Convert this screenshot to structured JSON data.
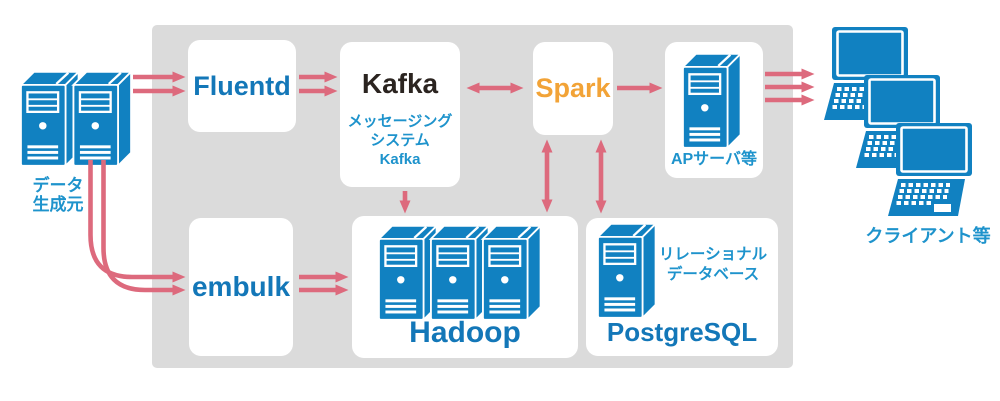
{
  "diagram": {
    "source_label": "データ\n生成元",
    "clients_label": "クライアント等",
    "nodes": {
      "fluentd": {
        "label": "Fluentd"
      },
      "kafka": {
        "label": "Kafka",
        "sublabel": "メッセージング\nシステム\nKafka"
      },
      "spark": {
        "label": "Spark"
      },
      "ap_server": {
        "label": "APサーバ等"
      },
      "embulk": {
        "label": "embulk"
      },
      "hadoop": {
        "label": "Hadoop"
      },
      "postgresql": {
        "label": "PostgreSQL",
        "sublabel": "リレーショナル\nデータベース"
      }
    },
    "icons": {
      "source_servers": "server-tower-icon x2",
      "ap_server": "server-tower-icon",
      "hadoop": "server-tower-icon x3",
      "postgresql": "server-tower-icon",
      "clients": "laptop-icon x3"
    },
    "colors": {
      "icon_blue": "#1181c1",
      "text_blue_dark": "#1377b8",
      "text_blue_light": "#1e93cc",
      "kafka_text": "#2b2420",
      "spark_orange": "#f2a337",
      "arrow_pink": "#dd6a7d",
      "panel_gray": "#dbdbdb"
    }
  }
}
